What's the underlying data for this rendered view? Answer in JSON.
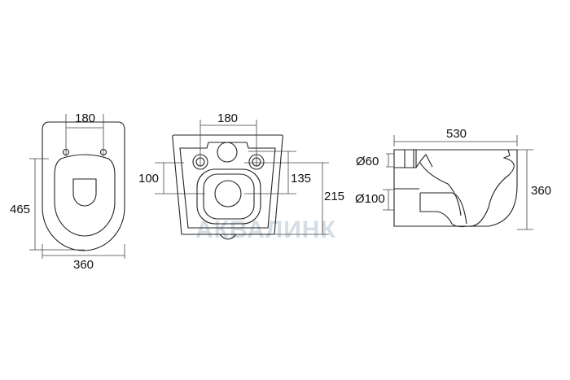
{
  "watermark": "АКВАЛИНК",
  "top_view": {
    "hole_spacing": "180",
    "length": "465",
    "width": "360"
  },
  "rear_view": {
    "hole_spacing": "180",
    "left_height": "100",
    "right_height": "135",
    "total_height": "215"
  },
  "side_view": {
    "length": "530",
    "height": "360",
    "inlet_diameter": "Ø60",
    "outlet_diameter": "Ø100"
  }
}
